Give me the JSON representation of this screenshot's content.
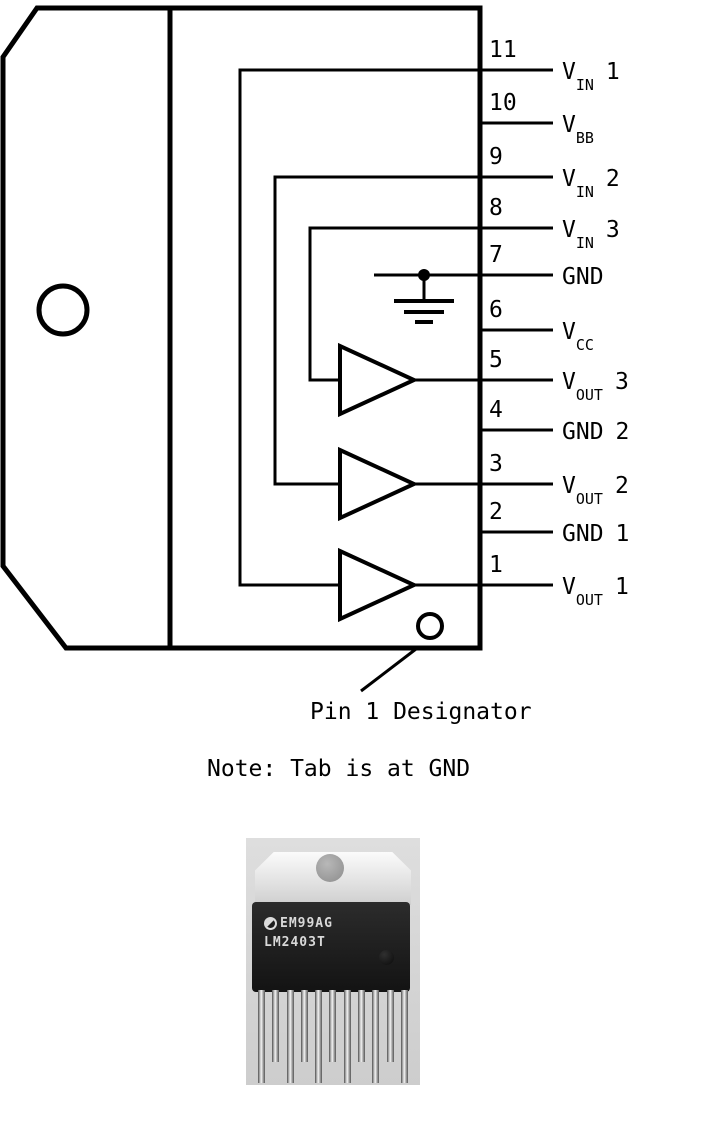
{
  "diagram": {
    "pins": [
      {
        "number": "11",
        "base": "V",
        "sub": "IN",
        "tail": "1"
      },
      {
        "number": "10",
        "base": "V",
        "sub": "BB",
        "tail": ""
      },
      {
        "number": "9",
        "base": "V",
        "sub": "IN",
        "tail": "2"
      },
      {
        "number": "8",
        "base": "V",
        "sub": "IN",
        "tail": "3"
      },
      {
        "number": "7",
        "base": "GND",
        "sub": "",
        "tail": ""
      },
      {
        "number": "6",
        "base": "V",
        "sub": "CC",
        "tail": ""
      },
      {
        "number": "5",
        "base": "V",
        "sub": "OUT",
        "tail": "3"
      },
      {
        "number": "4",
        "base": "GND",
        "sub": "",
        "tail": "2"
      },
      {
        "number": "3",
        "base": "V",
        "sub": "OUT",
        "tail": "2"
      },
      {
        "number": "2",
        "base": "GND",
        "sub": "",
        "tail": "1"
      },
      {
        "number": "1",
        "base": "V",
        "sub": "OUT",
        "tail": "1"
      }
    ],
    "pin1_designator_label": "Pin 1 Designator",
    "note": "Note: Tab is at GND"
  },
  "photo": {
    "logo_icon": "national-semiconductor-logo",
    "marking_line1": "EM99AG",
    "marking_line2": "LM2403T"
  },
  "colors": {
    "ink": "#000000",
    "photo_background": "#d6d6d6",
    "package_body": "#1a1a1a",
    "lead_metal": "#cfcfcf"
  }
}
